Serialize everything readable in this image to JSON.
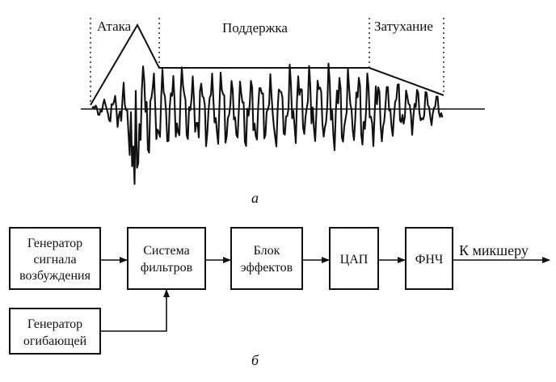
{
  "waveform_section": {
    "phases": {
      "attack": "Атака",
      "sustain": "Поддержка",
      "decay": "Затухание"
    },
    "caption": "а"
  },
  "block_diagram": {
    "blocks": {
      "excitation_generator": [
        "Генератор",
        "сигнала",
        "возбуждения"
      ],
      "envelope_generator": [
        "Генератор",
        "огибающей"
      ],
      "filter_system": [
        "Система",
        "фильтров"
      ],
      "effects_block": [
        "Блок",
        "эффектов"
      ],
      "dac": [
        "ЦАП"
      ],
      "lowpass_filter": [
        "ФНЧ"
      ]
    },
    "output_label": "К микшеру",
    "caption": "б"
  }
}
